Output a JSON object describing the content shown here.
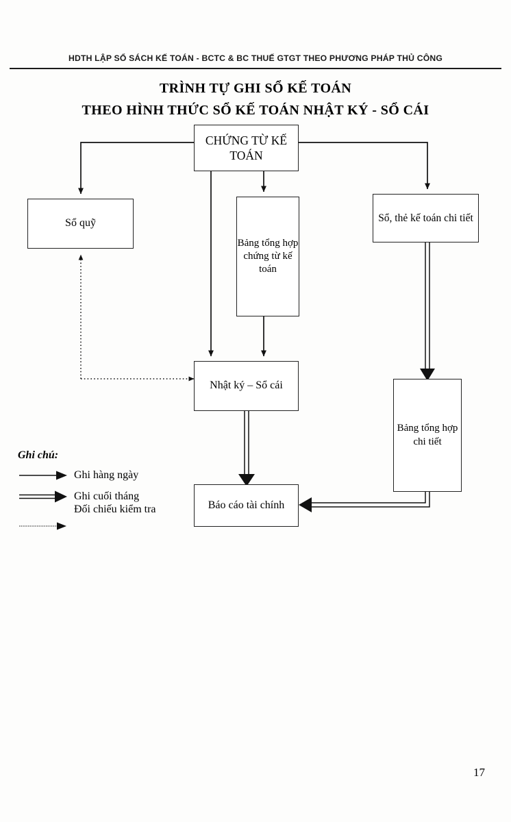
{
  "page": {
    "running_header": "HDTH LẬP SỔ SÁCH KẾ TOÁN - BCTC & BC THUẾ GTGT THEO PHƯƠNG PHÁP THỦ CÔNG",
    "number": "17"
  },
  "title": {
    "line1": "TRÌNH TỰ GHI SỔ KẾ TOÁN",
    "line2": "THEO HÌNH THỨC SỔ KẾ TOÁN NHẬT KÝ - SỔ CÁI"
  },
  "diagram": {
    "type": "flowchart",
    "nodes": [
      {
        "id": "chung-tu-ke-toan",
        "label": "CHỨNG TỪ KẾ TOÁN"
      },
      {
        "id": "so-quy",
        "label": "Sổ quỹ"
      },
      {
        "id": "bang-tong-hop-chung-tu",
        "label": "Bảng tổng hợp chứng từ kế toán"
      },
      {
        "id": "so-the-ke-toan-chi-tiet",
        "label": "Sổ, thẻ kế toán chi tiết"
      },
      {
        "id": "nhat-ky-so-cai",
        "label": "Nhật ký – Sổ cái"
      },
      {
        "id": "bang-tong-hop-chi-tiet",
        "label": "Bảng tổng hợp chi tiết"
      },
      {
        "id": "bao-cao-tai-chinh",
        "label": "Báo cáo tài chính"
      }
    ],
    "edges": [
      {
        "from": "chung-tu-ke-toan",
        "to": "so-quy",
        "style": "daily"
      },
      {
        "from": "chung-tu-ke-toan",
        "to": "bang-tong-hop-chung-tu",
        "style": "daily"
      },
      {
        "from": "chung-tu-ke-toan",
        "to": "so-the-ke-toan-chi-tiet",
        "style": "daily"
      },
      {
        "from": "chung-tu-ke-toan",
        "to": "nhat-ky-so-cai",
        "style": "daily"
      },
      {
        "from": "bang-tong-hop-chung-tu",
        "to": "nhat-ky-so-cai",
        "style": "daily"
      },
      {
        "from": "so-the-ke-toan-chi-tiet",
        "to": "bang-tong-hop-chi-tiet",
        "style": "month-end"
      },
      {
        "from": "nhat-ky-so-cai",
        "to": "bao-cao-tai-chinh",
        "style": "month-end"
      },
      {
        "from": "bang-tong-hop-chi-tiet",
        "to": "bao-cao-tai-chinh",
        "style": "month-end"
      },
      {
        "from": "so-quy",
        "to": "nhat-ky-so-cai",
        "style": "cross-check"
      }
    ]
  },
  "legend": {
    "title": "Ghi chú:",
    "items": [
      {
        "style": "daily",
        "label": "Ghi hàng ngày"
      },
      {
        "style": "month-end",
        "label": "Ghi cuối tháng"
      },
      {
        "style": "cross-check",
        "label": "Đối chiếu kiểm tra"
      }
    ]
  },
  "colors": {
    "ink": "#111111",
    "rule": "#1a1a1a",
    "paper": "#fdfdfc"
  }
}
